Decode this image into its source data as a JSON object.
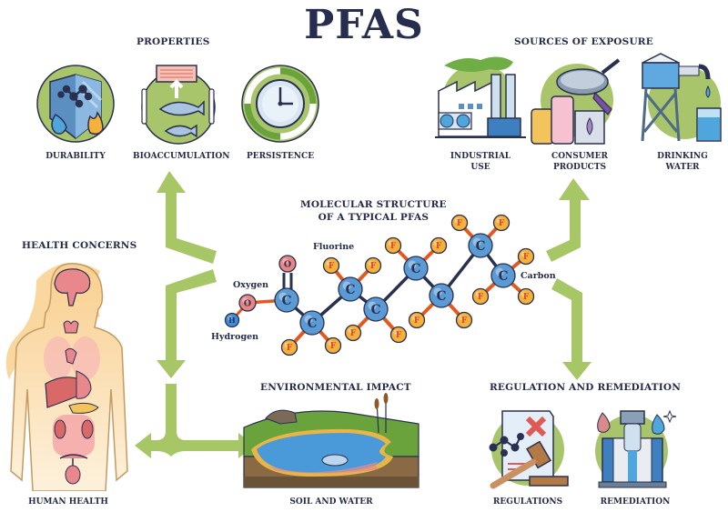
{
  "title": "PFAS",
  "colors": {
    "title": "#262d4f",
    "arrow": "#a7c766",
    "circle_bg": "#a9c56b",
    "carbon": "#5b9bd5",
    "fluorine": "#f4b13c",
    "oxygen": "#e88585",
    "hydrogen": "#3d8fd9",
    "bond_f": "#e2581f",
    "bond": "#2a3050"
  },
  "properties": {
    "heading": "PROPERTIES",
    "items": [
      {
        "label": "DURABILITY",
        "icon": "shield-molecule-icon"
      },
      {
        "label": "BIOACCUMULATION",
        "icon": "fish-food-chain-icon"
      },
      {
        "label": "PERSISTENCE",
        "icon": "clock-cycle-icon"
      }
    ]
  },
  "sources": {
    "heading": "SOURCES OF EXPOSURE",
    "items": [
      {
        "label_line1": "INDUSTRIAL",
        "label_line2": "USE",
        "icon": "factory-icon"
      },
      {
        "label_line1": "CONSUMER",
        "label_line2": "PRODUCTS",
        "icon": "pan-bottles-icon"
      },
      {
        "label_line1": "DRINKING",
        "label_line2": "WATER",
        "icon": "water-tower-icon"
      }
    ]
  },
  "molecule": {
    "heading_line1": "MOLECULAR STRUCTURE",
    "heading_line2": "OF A TYPICAL PFAS",
    "labels": {
      "fluorine": "Fluorine",
      "oxygen": "Oxygen",
      "hydrogen": "Hydrogen",
      "carbon": "Carbon"
    },
    "atom_symbols": {
      "carbon": "C",
      "fluorine": "F",
      "oxygen": "O",
      "hydrogen": "H"
    }
  },
  "health": {
    "heading": "HEALTH CONCERNS",
    "label": "HUMAN HEALTH",
    "icon": "human-organs-icon"
  },
  "environment": {
    "heading": "ENVIRONMENTAL IMPACT",
    "label": "SOIL AND WATER",
    "icon": "pond-soil-icon"
  },
  "regulation": {
    "heading": "REGULATION AND REMEDIATION",
    "items": [
      {
        "label": "REGULATIONS",
        "icon": "gavel-document-icon"
      },
      {
        "label": "REMEDIATION",
        "icon": "water-filter-icon"
      }
    ]
  }
}
